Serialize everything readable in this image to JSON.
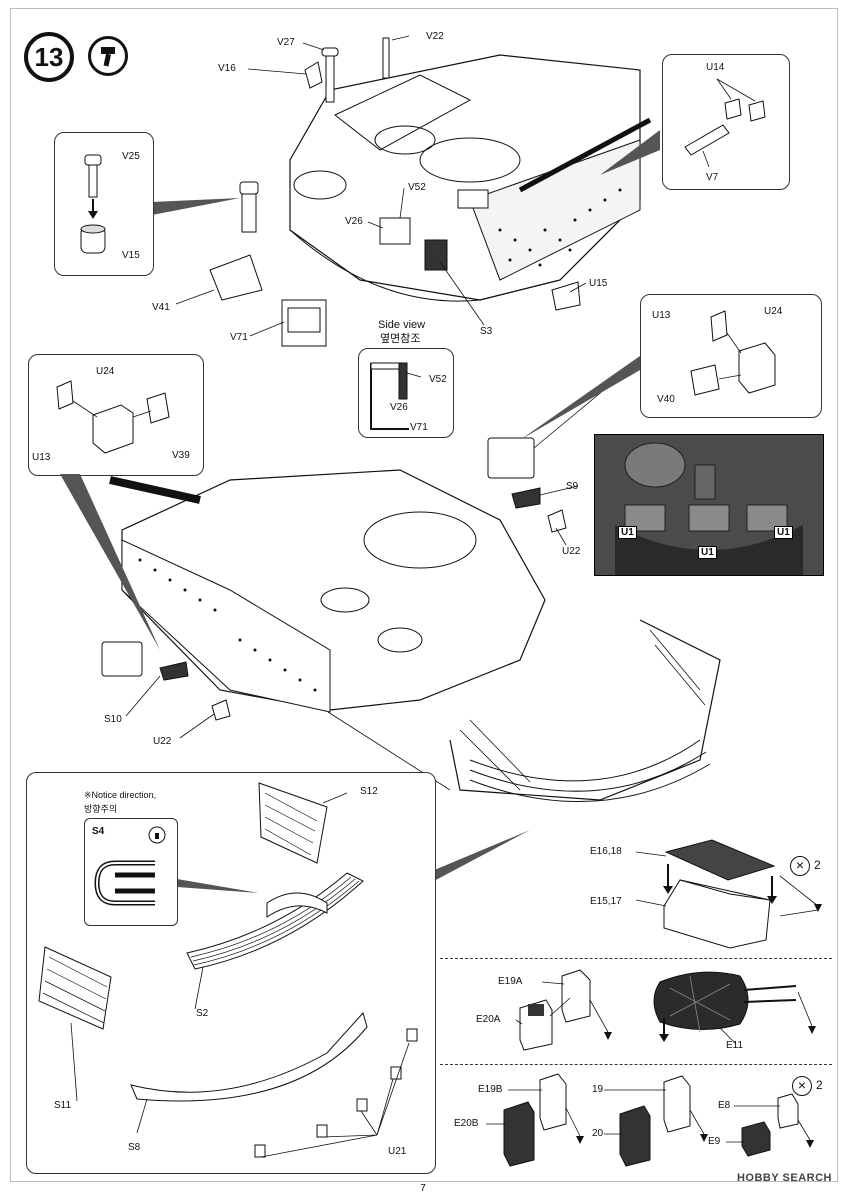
{
  "step": {
    "number": "13"
  },
  "labels": {
    "V27": "V27",
    "V22": "V22",
    "V16": "V16",
    "V25": "V25",
    "V15": "V15",
    "V52": "V52",
    "V26": "V26",
    "V41": "V41",
    "V71": "V71",
    "S3": "S3",
    "U14": "U14",
    "V7": "V7",
    "U15": "U15",
    "U13": "U13",
    "U24": "U24",
    "V40": "V40",
    "V39": "V39",
    "S9": "S9",
    "U22": "U22",
    "S10": "S10",
    "U1": "U1",
    "S12": "S12",
    "S4": "S4",
    "S2": "S2",
    "S11": "S11",
    "S8": "S8",
    "U21": "U21",
    "E16_18": "E16,18",
    "E15_17": "E15,17",
    "E19A": "E19A",
    "E20A": "E20A",
    "E11": "E11",
    "E19B": "E19B",
    "E20B": "E20B",
    "n19": "19",
    "n20": "20",
    "E8": "E8",
    "E9": "E9"
  },
  "side_view": {
    "en": "Side view",
    "kr": "옆면참조"
  },
  "notice": {
    "en": "※Notice direction,",
    "kr": "방향주의"
  },
  "multiplier": {
    "x2a": "2",
    "x2b": "2"
  },
  "footer": {
    "page": "7",
    "watermark": "HOBBY SEARCH"
  }
}
